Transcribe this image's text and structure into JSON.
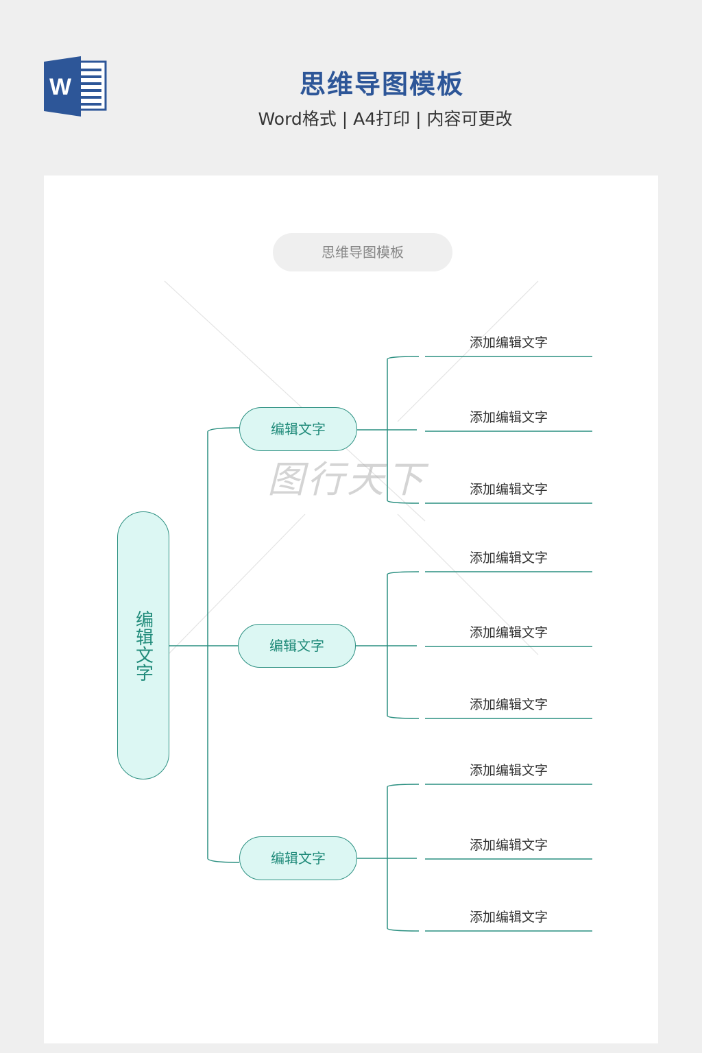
{
  "header": {
    "title": "思维导图模板",
    "subtitle": "Word格式 | A4打印 | 内容可更改",
    "logo_letter": "W"
  },
  "document": {
    "title": "思维导图模板",
    "root": "编辑文字",
    "branches": [
      {
        "label": "编辑文字",
        "leaves": [
          "添加编辑文字",
          "添加编辑文字",
          "添加编辑文字"
        ]
      },
      {
        "label": "编辑文字",
        "leaves": [
          "添加编辑文字",
          "添加编辑文字",
          "添加编辑文字"
        ]
      },
      {
        "label": "编辑文字",
        "leaves": [
          "添加编辑文字",
          "添加编辑文字",
          "添加编辑文字"
        ]
      }
    ],
    "watermark": "图行天下"
  },
  "colors": {
    "accent": "#2a8f80",
    "fill": "#dcf7f3",
    "title": "#2d5698"
  }
}
